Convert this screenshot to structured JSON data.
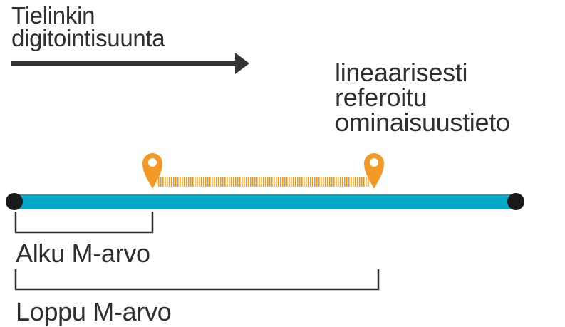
{
  "direction": {
    "title_line1": "Tielinkin",
    "title_line2": "digitointisuunta"
  },
  "feature": {
    "line1": "lineaarisesti",
    "line2": "referoitu",
    "line3": "ominaisuustieto"
  },
  "measures": {
    "start_label": "Alku M-arvo",
    "end_label": "Loppu M-arvo"
  },
  "colors": {
    "road_link": "#00a9c8",
    "endpoint": "#1a1a1a",
    "marker": "#f39a26",
    "feature_band": "#f39a26",
    "text": "#2f2f2f",
    "arrow": "#333333"
  },
  "icons": [
    "direction-arrow-icon",
    "map-pin-icon"
  ]
}
